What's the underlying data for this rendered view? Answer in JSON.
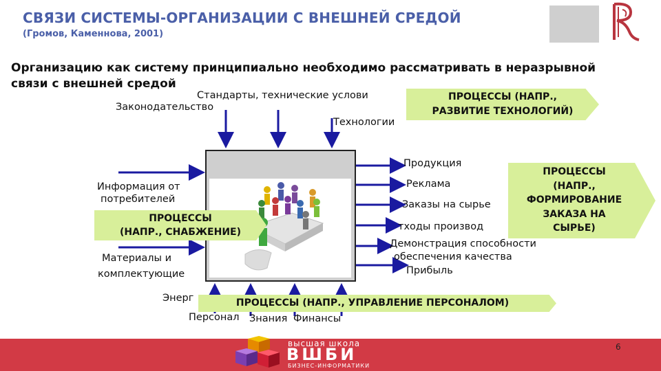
{
  "header": {
    "title": "СВЯЗИ СИСТЕМЫ-ОРГАНИЗАЦИИ С ВНЕШНЕЙ СРЕДОЙ",
    "subtitle": "(Громов, Каменнова, 2001)"
  },
  "lead": "Организацию как систему принципиально необходимо рассматривать в неразрывной связи с внешней средой",
  "inputs_top": {
    "legislation": "Законодательство",
    "standards": "Стандарты, технические услови",
    "technologies": "Технологии"
  },
  "inputs_left": {
    "customer_info": [
      "Информация от",
      "потребителей"
    ],
    "materials": [
      "Материалы и",
      "комплектующие"
    ]
  },
  "inputs_bottom": {
    "energy": "Энерг",
    "personnel": "Персонал",
    "knowledge": "Знания",
    "finance": "Финансы"
  },
  "outputs_right": {
    "products": "Продукция",
    "advertising": "Реклама",
    "orders": "Заказы на сырье",
    "waste": "тходы производ",
    "quality_demo": [
      "Демонстрация способности",
      "обеспечения качества"
    ],
    "profit": "Прибыль"
  },
  "callouts": {
    "tech": [
      "ПРОЦЕССЫ (НАПР.,",
      "РАЗВИТИЕ ТЕХНОЛОГИЙ)"
    ],
    "supply": [
      "ПРОЦЕССЫ",
      "(НАПР., СНАБЖЕНИЕ)"
    ],
    "order": [
      "ПРОЦЕССЫ",
      "(НАПР.,",
      "ФОРМИРОВАНИЕ",
      "ЗАКАЗА НА",
      "СЫРЬЕ)"
    ],
    "hr": "ПРОЦЕССЫ (НАПР., УПРАВЛЕНИЕ ПЕРСОНАЛОМ)"
  },
  "footer": {
    "logo_top": "высшая школа",
    "logo_main": "ВШБИ",
    "logo_bottom": "БИЗНЕС-ИНФОРМАТИКИ",
    "page_number": "6"
  },
  "colors": {
    "title": "#4a5fa8",
    "arrow": "#1a1aa0",
    "callout": "#d8ef9a",
    "footer": "#d23a45",
    "box": "#cfcfcf"
  },
  "icons": [
    "people-puzzle-image",
    "hse-logo-icon",
    "cubes-logo-icon"
  ]
}
